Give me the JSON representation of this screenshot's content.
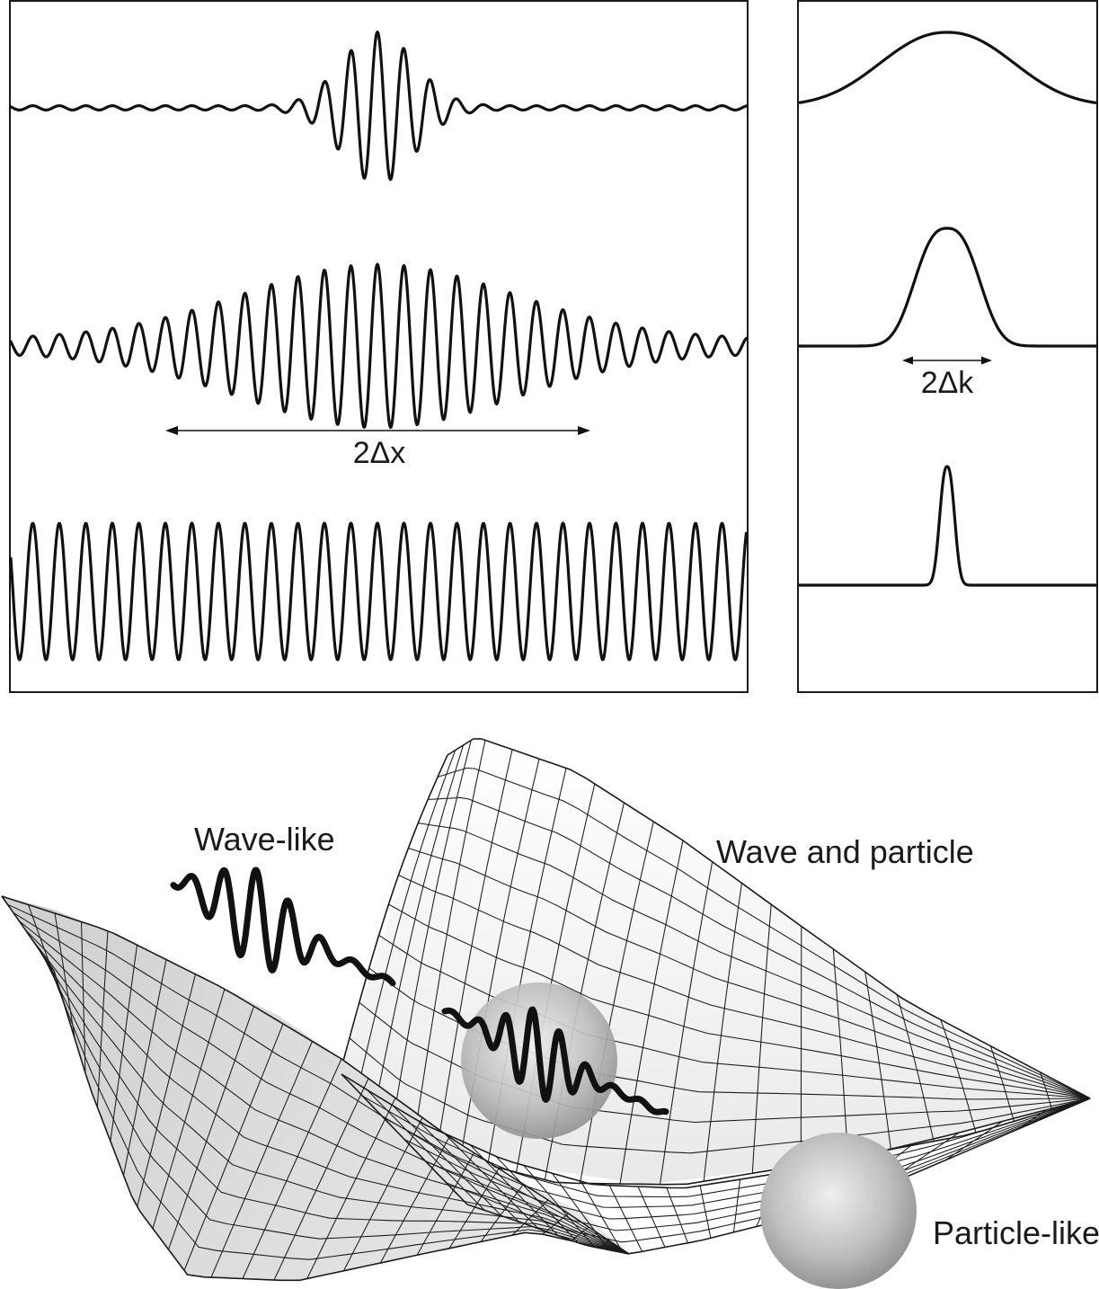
{
  "labels": {
    "delta_x": "2Δx",
    "delta_k": "2Δk",
    "wave_like": "Wave-like",
    "wave_and_particle": "Wave and particle",
    "particle_like": "Particle-like"
  },
  "colors": {
    "ink": "#111111",
    "surface_shade": "#d9d9d9",
    "sphere_light": "#ececec",
    "sphere_dark": "#8c8c8c"
  }
}
